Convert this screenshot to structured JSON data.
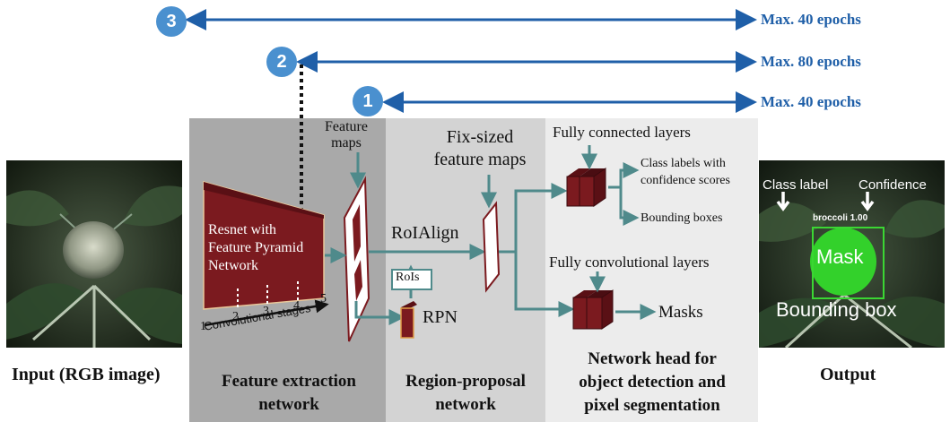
{
  "stages": [
    {
      "number": "1",
      "label": "Max. 40 epochs"
    },
    {
      "number": "2",
      "label": "Max. 80 epochs"
    },
    {
      "number": "3",
      "label": "Max. 40 epochs"
    }
  ],
  "input": {
    "caption": "Input (RGB image)"
  },
  "output": {
    "caption": "Output",
    "class_label": "Class label",
    "confidence": "Confidence",
    "detection_text": "broccoli 1.00",
    "mask": "Mask",
    "bounding_box": "Bounding box"
  },
  "feature_extraction": {
    "backbone_label": [
      "Resnet with",
      "Feature Pyramid",
      "Network"
    ],
    "stage_ticks": [
      "1",
      "2",
      "3",
      "4",
      "5"
    ],
    "conv_stages": "Convolutional stages",
    "feature_maps": [
      "Feature",
      "maps"
    ],
    "title": [
      "Feature extraction",
      "network"
    ]
  },
  "region_proposal": {
    "fix_sized": [
      "Fix-sized",
      "feature maps"
    ],
    "roialign": "RoIAlign",
    "rois": "RoIs",
    "rpn": "RPN",
    "title": [
      "Region-proposal",
      "network"
    ]
  },
  "network_head": {
    "fc_layers": "Fully connected layers",
    "class_labels": [
      "Class labels with",
      "confidence scores"
    ],
    "bounding_boxes": "Bounding boxes",
    "fconv_layers": "Fully convolutional layers",
    "masks": "Masks",
    "title": [
      "Network head for",
      "object detection and",
      "pixel segmentation"
    ]
  },
  "colors": {
    "arrow_blue": "#1f5fa8",
    "circle_blue": "#4a90cf",
    "teal": "#4f8a8b",
    "maroon": "#7b1a1f",
    "panel_dark": "#a9a9a9",
    "panel_mid": "#d3d3d3",
    "panel_light": "#ececec"
  }
}
